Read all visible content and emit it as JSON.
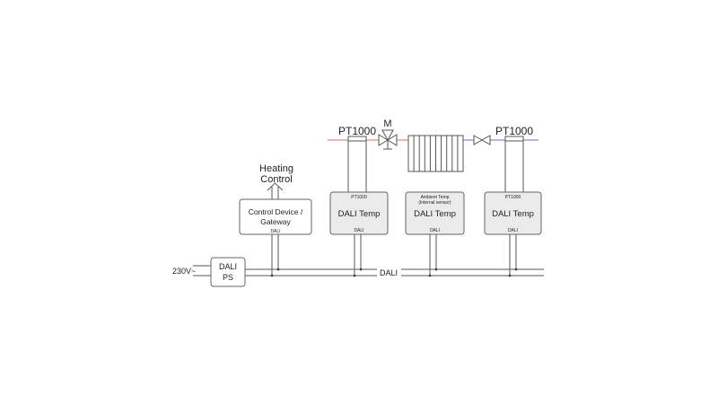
{
  "heating_control": {
    "line1": "Heating",
    "line2": "Control"
  },
  "control_device": {
    "line1": "Control Device /",
    "line2": "Gateway",
    "port": "DALI"
  },
  "sensors": [
    {
      "top": "PT1000",
      "sub": "",
      "title": "DALI Temp",
      "port": "DALI"
    },
    {
      "top": "Ambient Temp",
      "sub": "(internal sensor)",
      "title": "DALI Temp",
      "port": "DALI"
    },
    {
      "top": "PT1000",
      "sub": "",
      "title": "DALI Temp",
      "port": "DALI"
    }
  ],
  "pipe_labels": {
    "pt1000_left": "PT1000",
    "valve_motor": "M",
    "pt1000_right": "PT1000"
  },
  "power_supply": {
    "line1": "DALI",
    "line2": "PS",
    "input": "230V~"
  },
  "bus_label": "DALI",
  "colors": {
    "supply_pipe": "#e08a8a",
    "return_pipe": "#8a8ad8",
    "box_fill": "#ebebeb",
    "line": "#555555"
  }
}
